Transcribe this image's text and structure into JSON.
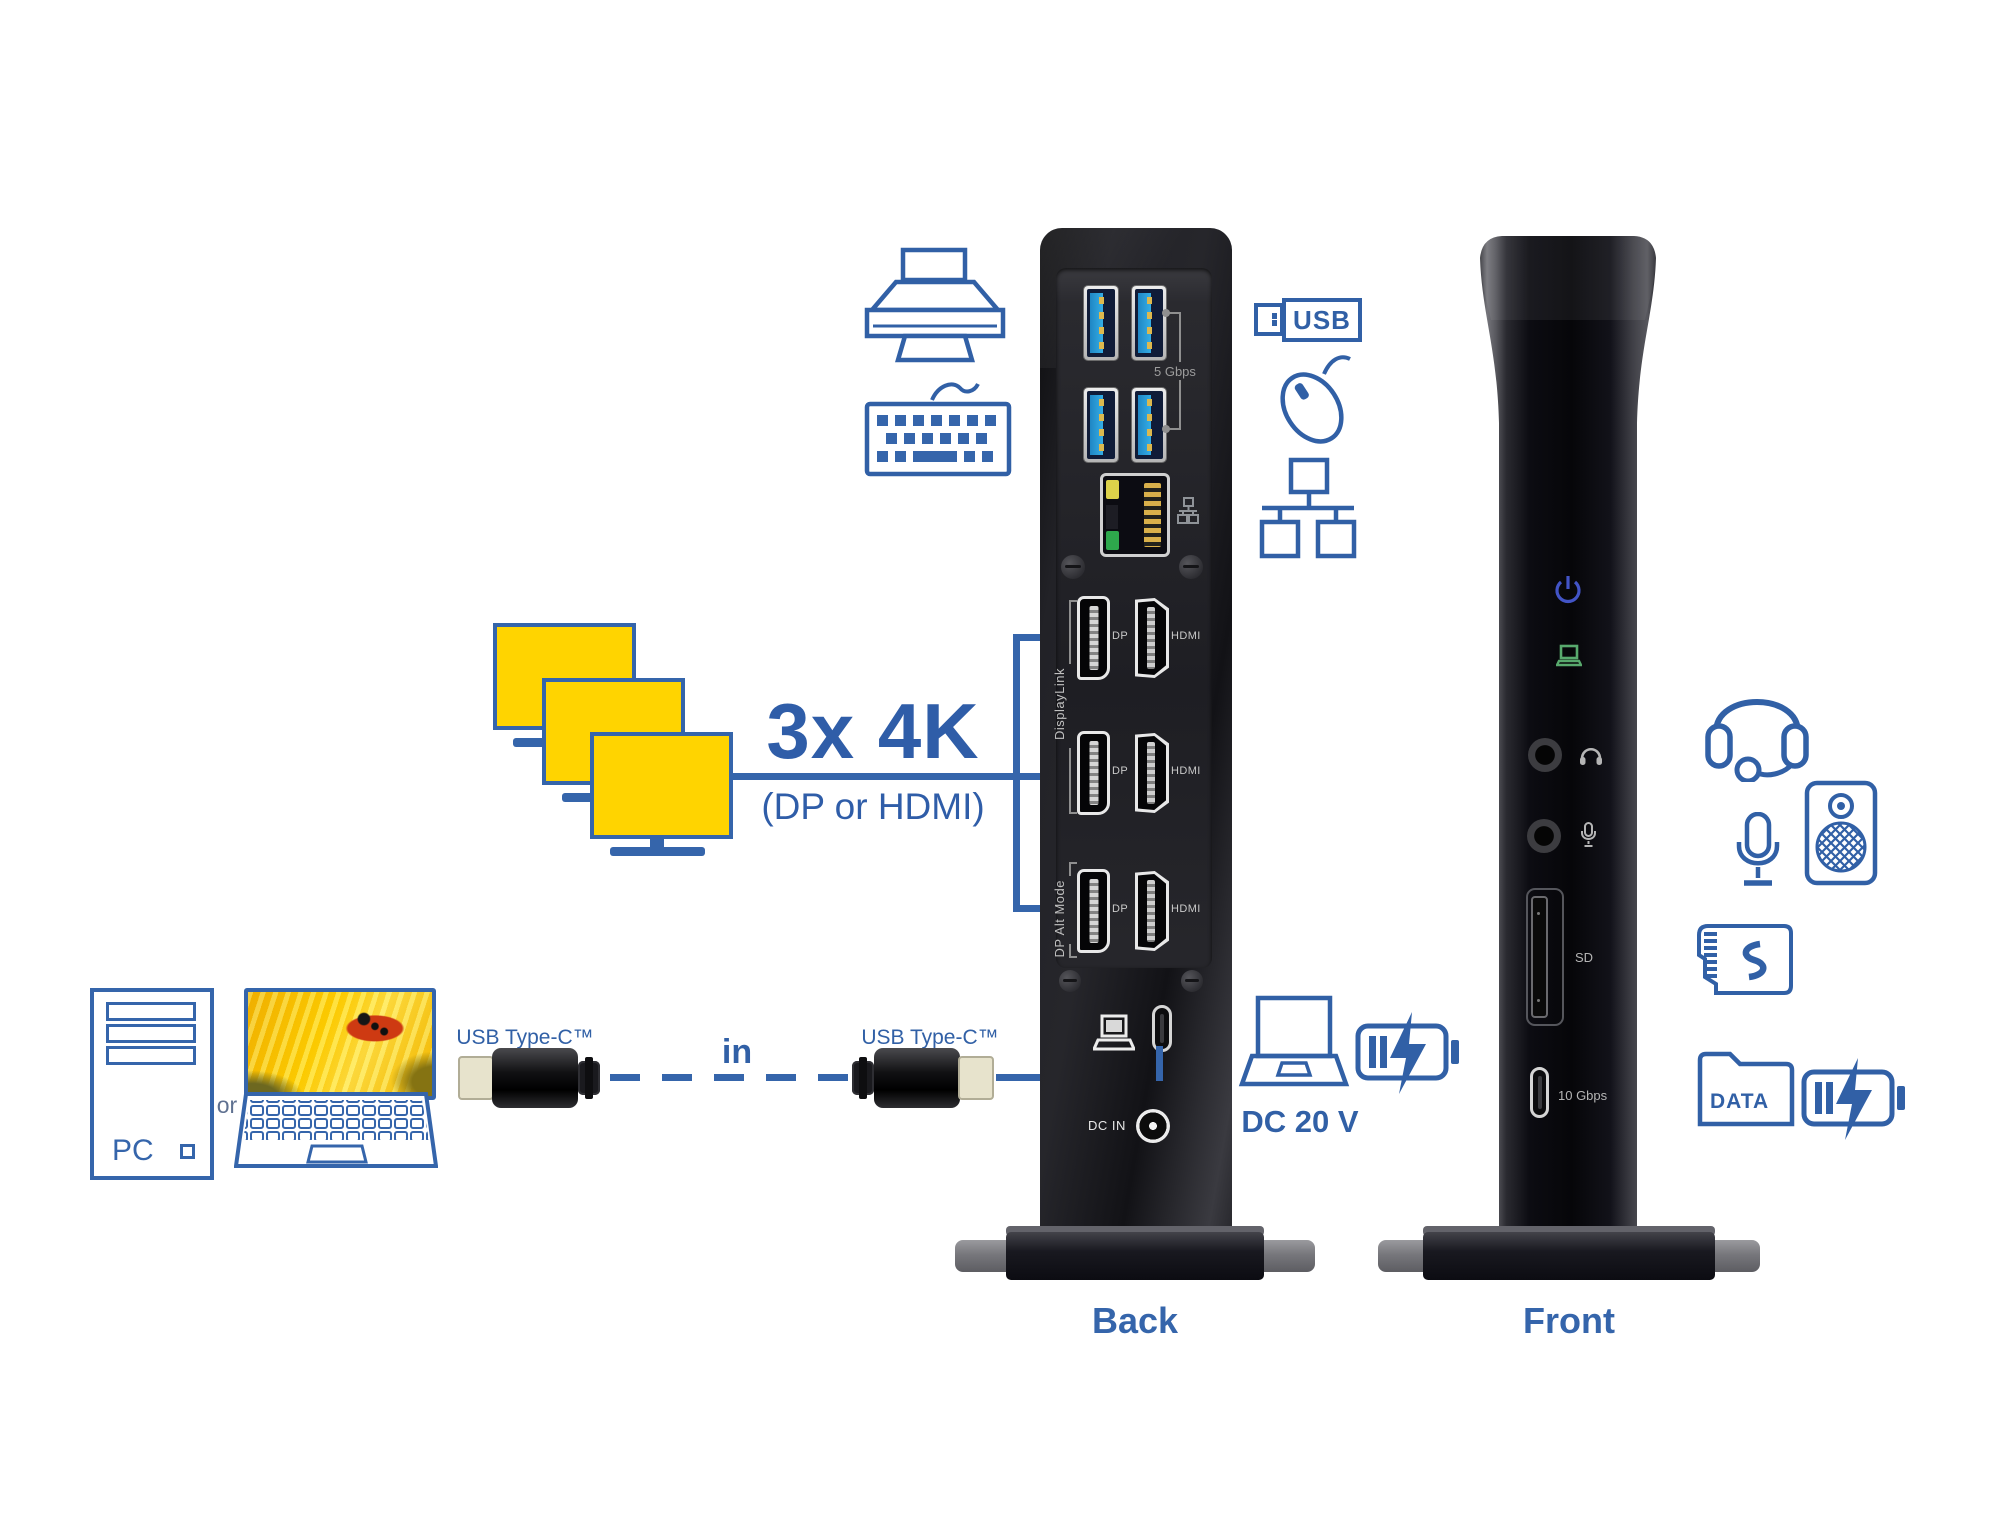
{
  "colors": {
    "accent": "#3160a6",
    "line_blue": "#3565ab",
    "usb_port_blue": "#2da0dc",
    "gold": "#d4af4e",
    "led_yellow": "#ddd24a",
    "led_green": "#2ea84c",
    "power_blue": "#4254c6",
    "laptop_led_green": "#58a96d"
  },
  "source_devices": {
    "pc_label": "PC",
    "or_label": "or"
  },
  "cable": {
    "left_label": "USB Type-C™",
    "right_label": "USB Type-C™",
    "direction_label": "in"
  },
  "displays": {
    "headline": "3x 4K",
    "subline": "(DP or HDMI)",
    "monitor_count": 3
  },
  "back_view": {
    "caption": "Back",
    "usb_ports_speed": "5 Gbps",
    "video_groups": {
      "displaylink": "DisplayLink",
      "dp_alt_mode": "DP Alt Mode"
    },
    "video_rows": [
      {
        "dp": "DP",
        "hdmi": "HDMI"
      },
      {
        "dp": "DP",
        "hdmi": "HDMI"
      },
      {
        "dp": "DP",
        "hdmi": "HDMI"
      }
    ],
    "dc_in_label": "DC IN"
  },
  "front_view": {
    "caption": "Front",
    "sd_label": "SD",
    "usb_c_speed": "10 Gbps"
  },
  "peripherals": {
    "usb_label": "USB",
    "data_label": "DATA",
    "dc_voltage": "DC 20 V"
  },
  "icons": {
    "printer-icon": "printer",
    "keyboard-icon": "keyboard",
    "usb-flash-icon": "USB flash drive",
    "mouse-icon": "mouse",
    "lan-icon": "ethernet network",
    "laptop-icon": "laptop",
    "battery-charging-icon": "battery charging",
    "headset-icon": "headset with microphone",
    "microphone-icon": "microphone",
    "speaker-icon": "speaker",
    "sd-card-icon": "SD memory card",
    "folder-icon": "data folder",
    "power-icon": "power button",
    "pc-tower-icon": "desktop PC"
  }
}
